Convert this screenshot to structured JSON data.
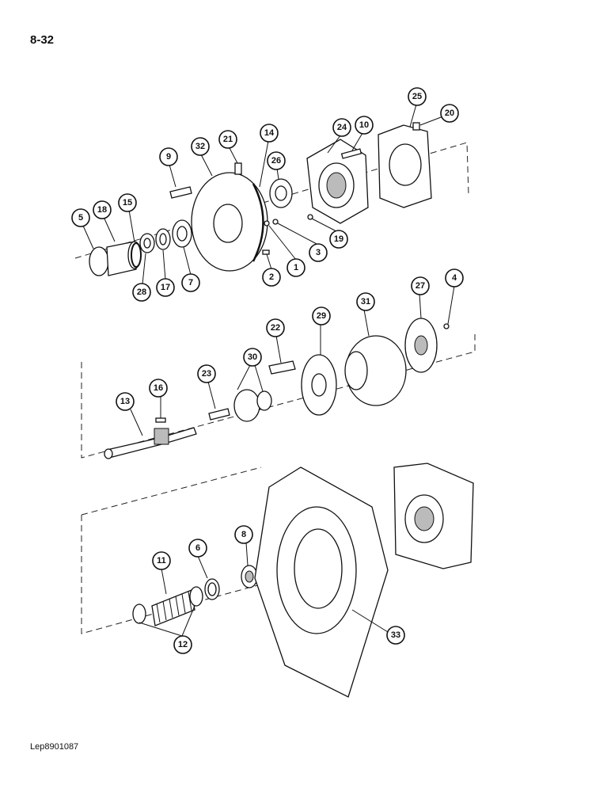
{
  "page_number": "8-32",
  "document_code": "Lep8901087",
  "callouts": [
    "1",
    "2",
    "3",
    "4",
    "5",
    "6",
    "7",
    "8",
    "9",
    "10",
    "11",
    "12",
    "13",
    "14",
    "15",
    "16",
    "17",
    "18",
    "19",
    "20",
    "21",
    "22",
    "23",
    "24",
    "25",
    "26",
    "27",
    "28",
    "29",
    "30",
    "31",
    "32",
    "33"
  ]
}
